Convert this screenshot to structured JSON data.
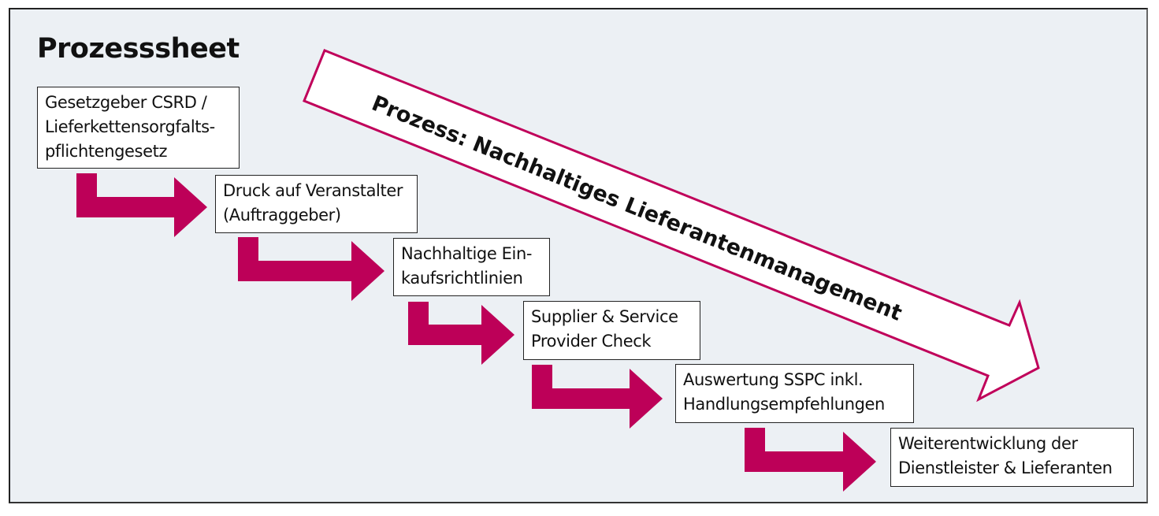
{
  "title": "Prozesssheet",
  "process_arrow": {
    "label": "Prozess: Nachhaltiges Lieferantenmanagement",
    "outline_color": "#c0005a",
    "fill_color": "#ffffff"
  },
  "step_arrow_color": "#bd0058",
  "background_color": "#ecf0f4",
  "steps": [
    {
      "label": "Gesetzgeber CSRD /\nLieferkettensorgfalts-\npflichtengesetz"
    },
    {
      "label": "Druck auf Veranstalter\n(Auftraggeber)"
    },
    {
      "label": "Nachhaltige Ein-\nkaufsrichtlinien"
    },
    {
      "label": "Supplier & Service\nProvider Check"
    },
    {
      "label": "Auswertung SSPC inkl.\nHandlungsempfehlungen"
    },
    {
      "label": "Weiterentwicklung der\nDienstleister & Lieferanten"
    }
  ]
}
